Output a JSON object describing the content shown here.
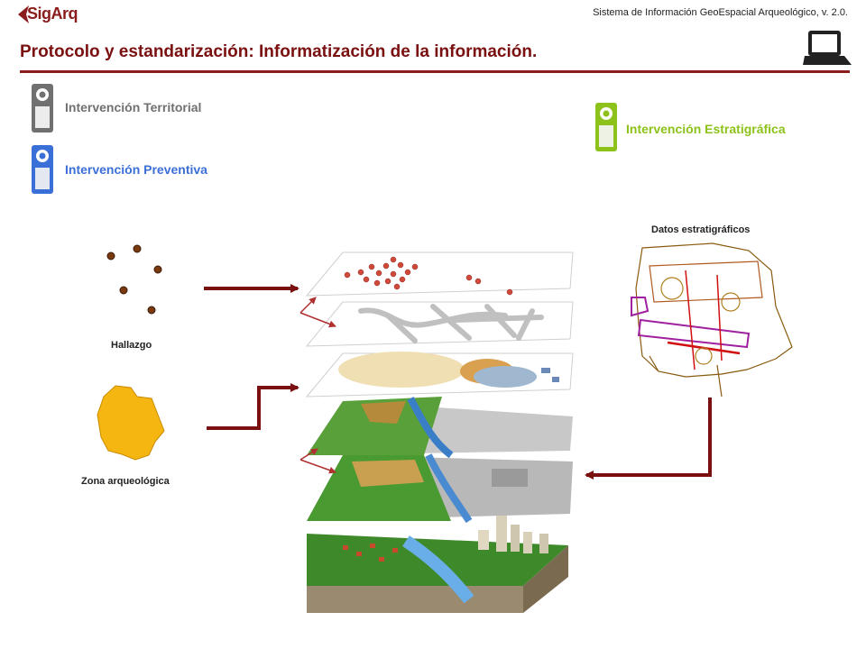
{
  "header": {
    "logo_text": "SigArq",
    "system_name": "Sistema de Información GeoEspacial Arqueológico, v. 2.0.",
    "title": "Protocolo y estandarización: Informatización de la información.",
    "icon": "laptop-icon"
  },
  "legend": {
    "territorial": {
      "label": "Intervención Territorial",
      "color": "#707070"
    },
    "preventiva": {
      "label": "Intervención Preventiva",
      "color": "#3b6fd8"
    },
    "estratigrafica": {
      "label": "Intervención Estratigráfica",
      "color": "#8cc21a"
    }
  },
  "diagram": {
    "hallazgo": "Hallazgo",
    "zona": "Zona arqueológica",
    "datos": "Datos estratigráficos",
    "arrow_color": "#7a1010",
    "accent_color": "#8a1c1c"
  }
}
